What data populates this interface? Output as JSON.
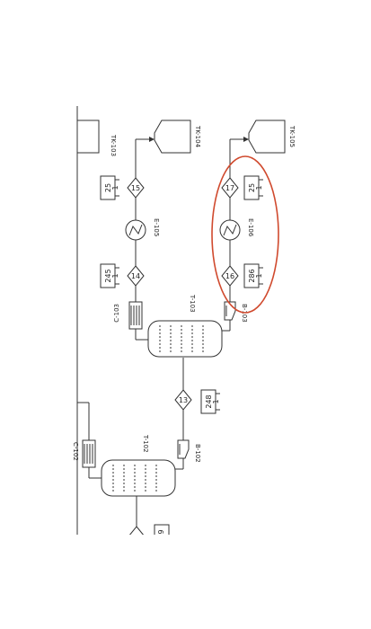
{
  "diagram": {
    "highlight_color": "#d04a2e",
    "line_color": "#333333",
    "equipment": {
      "tk103": "TK-103",
      "tk104": "TK-104",
      "tk105": "TK-105",
      "e105": "E-105",
      "e106": "E-106",
      "c103": "C-103",
      "t103": "T-103",
      "b103": "B-103",
      "t102": "T-102",
      "b102": "B-102",
      "c102": "C-102"
    },
    "streams": {
      "s13": "13",
      "s14": "14",
      "s15": "15",
      "s16": "16",
      "s17": "17"
    },
    "tags": {
      "t15": {
        "temp": "25",
        "pressure": "1"
      },
      "t14": {
        "temp": "245",
        "pressure": "1"
      },
      "t17": {
        "temp": "25",
        "pressure": "1"
      },
      "t16": {
        "temp": "286",
        "pressure": "1"
      },
      "t13": {
        "temp": "248",
        "pressure": "1"
      },
      "tbottom": {
        "temp": "9"
      }
    }
  }
}
